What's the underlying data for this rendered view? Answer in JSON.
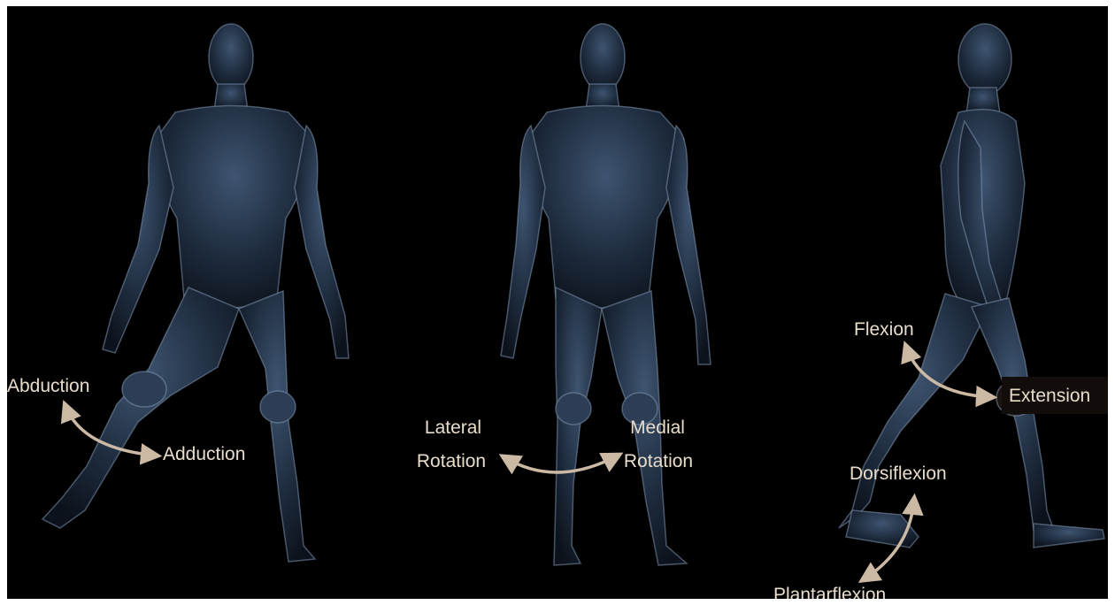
{
  "colors": {
    "background": "#000000",
    "label_text": "#e8dccb",
    "arrow": "#cbb9a4",
    "figure_fill": "#2a3a52",
    "figure_highlight": "#9fb4cc"
  },
  "panels": [
    {
      "view": "front",
      "motion": "hip abduction/adduction",
      "labels": {
        "start": "Abduction",
        "end": "Adduction"
      }
    },
    {
      "view": "front",
      "motion": "hip rotation",
      "labels": {
        "start_line1": "Lateral",
        "start_line2": "Rotation",
        "end_line1": "Medial",
        "end_line2": "Rotation"
      }
    },
    {
      "view": "side",
      "motion": "knee and ankle",
      "labels": {
        "flexion": "Flexion",
        "extension": "Extension",
        "dorsiflexion": "Dorsiflexion",
        "plantarflexion": "Plantarflexion"
      }
    }
  ]
}
